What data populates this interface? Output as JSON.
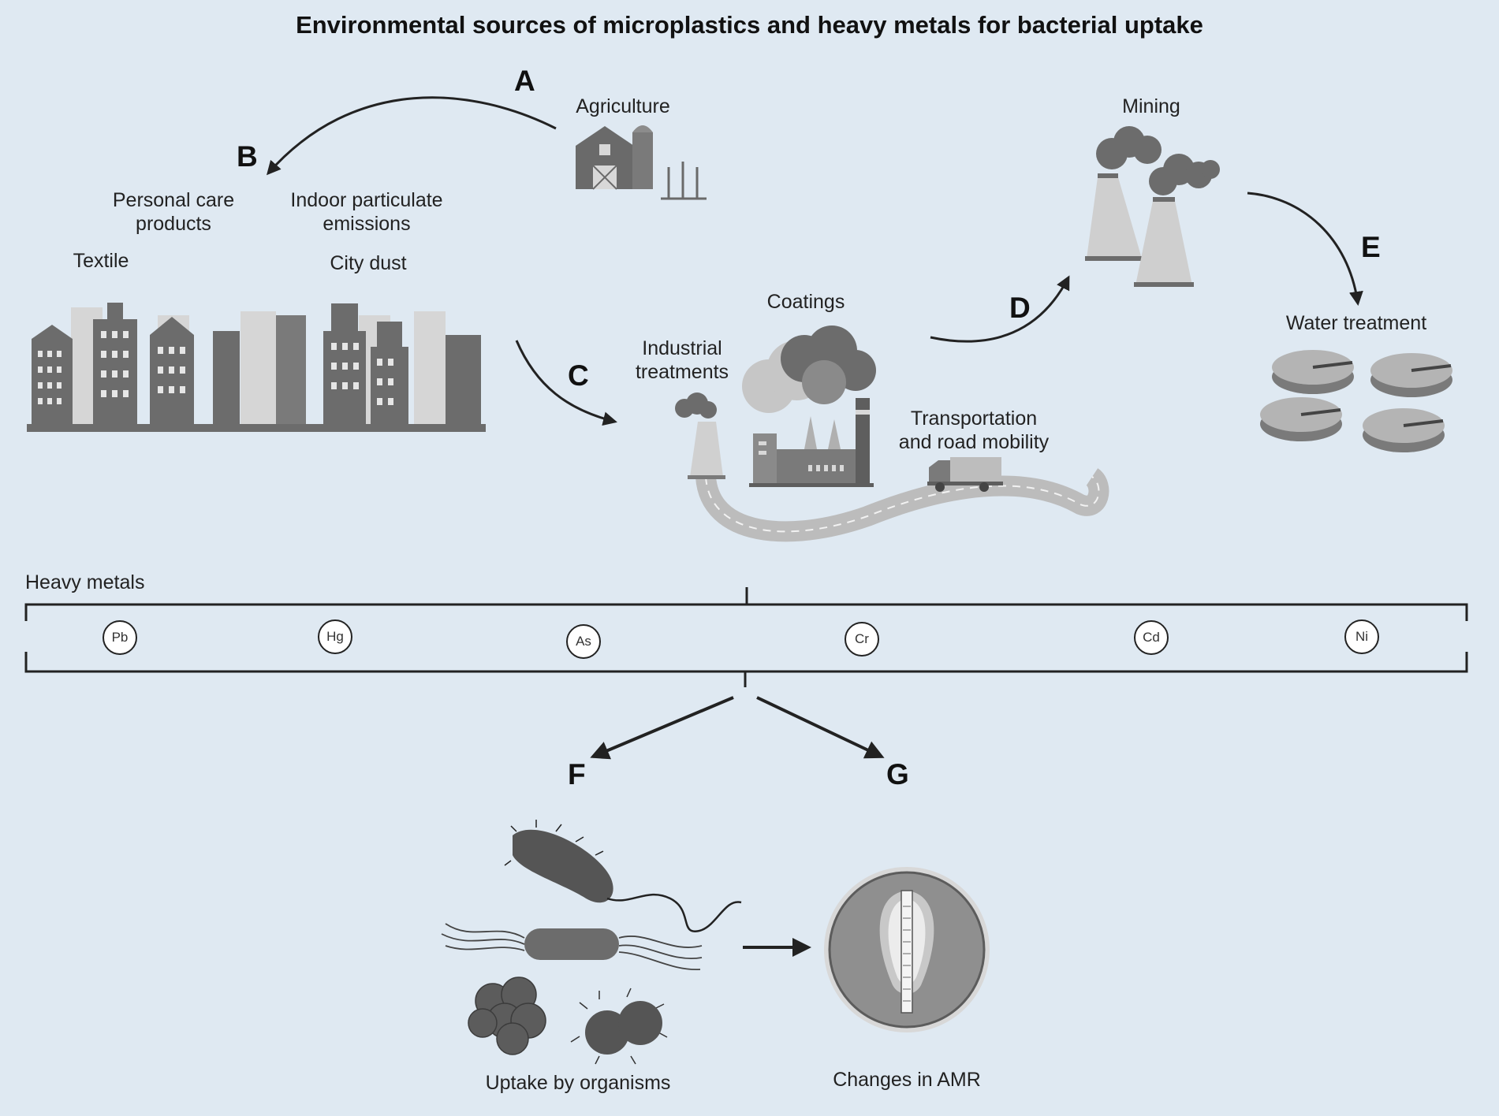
{
  "title": "Environmental sources of microplastics and heavy metals for bacterial uptake",
  "letters": {
    "a": "A",
    "b": "B",
    "c": "C",
    "d": "D",
    "e": "E",
    "f": "F",
    "g": "G"
  },
  "sources": {
    "agriculture": "Agriculture",
    "personal_care_line1": "Personal care",
    "personal_care_line2": "products",
    "indoor_line1": "Indoor particulate",
    "indoor_line2": "emissions",
    "textile": "Textile",
    "city_dust": "City dust",
    "coatings": "Coatings",
    "industrial_line1": "Industrial",
    "industrial_line2": "treatments",
    "transport_line1": "Transportation",
    "transport_line2": "and road mobility",
    "mining": "Mining",
    "water_treatment": "Water treatment"
  },
  "heavy_metals": {
    "label": "Heavy metals",
    "items": [
      "Pb",
      "Hg",
      "As",
      "Cr",
      "Cd",
      "Ni"
    ]
  },
  "outcomes": {
    "uptake": "Uptake by organisms",
    "amr": "Changes in AMR"
  },
  "colors": {
    "background": "#dfe9f2",
    "dark_gray": "#5e5e5e",
    "mid_gray": "#8a8a8a",
    "light_gray": "#c9c9c9"
  }
}
